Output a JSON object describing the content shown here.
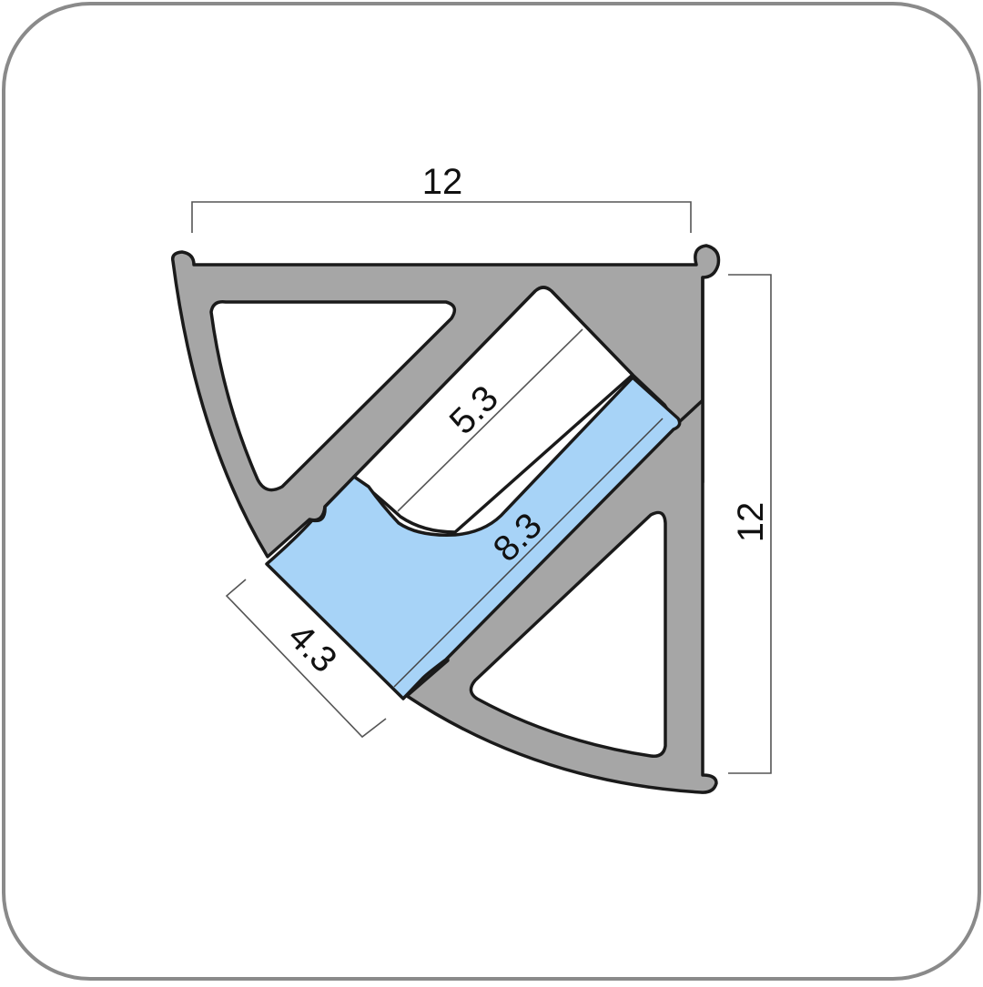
{
  "dimensions": {
    "top_width": "12",
    "right_height": "12",
    "opening_depth": "5.3",
    "diffuser_width": "8.3",
    "diffuser_depth": "4.3"
  },
  "colors": {
    "profile_fill": "#a6a6a6",
    "diffuser_fill": "#a7d3f7",
    "outline": "#1a1a1a",
    "dimension_line": "#555555",
    "frame_border": "#8a8a8a"
  }
}
